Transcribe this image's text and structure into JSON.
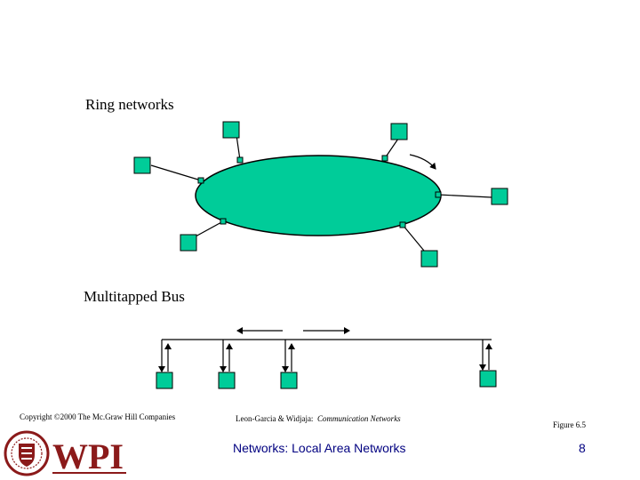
{
  "diagram": {
    "ring_title": "Ring networks",
    "bus_title": "Multitapped Bus",
    "colors": {
      "ring_fill": "#00cc99",
      "station_fill": "#00cc99",
      "line": "#000000"
    }
  },
  "footer": {
    "copyright": "Copyright ©2000 The Mc.Graw Hill Companies",
    "source_authors": "Leon-Garcia & Widjaja:",
    "source_book": "Communication Networks",
    "figure_label": "Figure 6.5",
    "slide_title": "Networks: Local Area Networks",
    "page_number": "8",
    "logo_text": "WPI",
    "title_color": "#000080",
    "logo_color": "#8b1a1a"
  }
}
